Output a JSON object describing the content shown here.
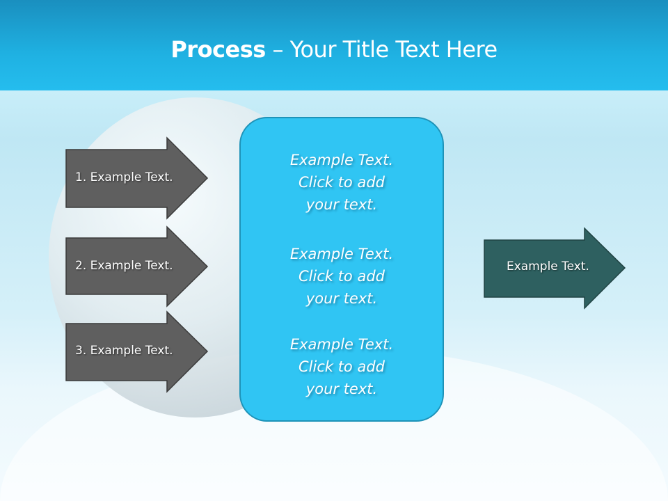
{
  "title": {
    "bold": "Process",
    "rest": " – Your Title Text Here"
  },
  "left_arrows": [
    {
      "label": "1. Example Text."
    },
    {
      "label": "2. Example Text."
    },
    {
      "label": "3. Example Text."
    }
  ],
  "center_box": {
    "paragraphs": [
      {
        "l1": "Example Text.",
        "l2": "Click  to add",
        "l3": "your text."
      },
      {
        "l1": "Example Text.",
        "l2": "Click  to add",
        "l3": "your text."
      },
      {
        "l1": "Example Text.",
        "l2": "Click  to add",
        "l3": "your text."
      }
    ]
  },
  "right_arrow": {
    "label": "Example Text."
  },
  "colors": {
    "header": "#1fb1e2",
    "arrow_gray": "#5f5f5f",
    "box": "#30c5f3",
    "right_arrow": "#2e6060"
  }
}
